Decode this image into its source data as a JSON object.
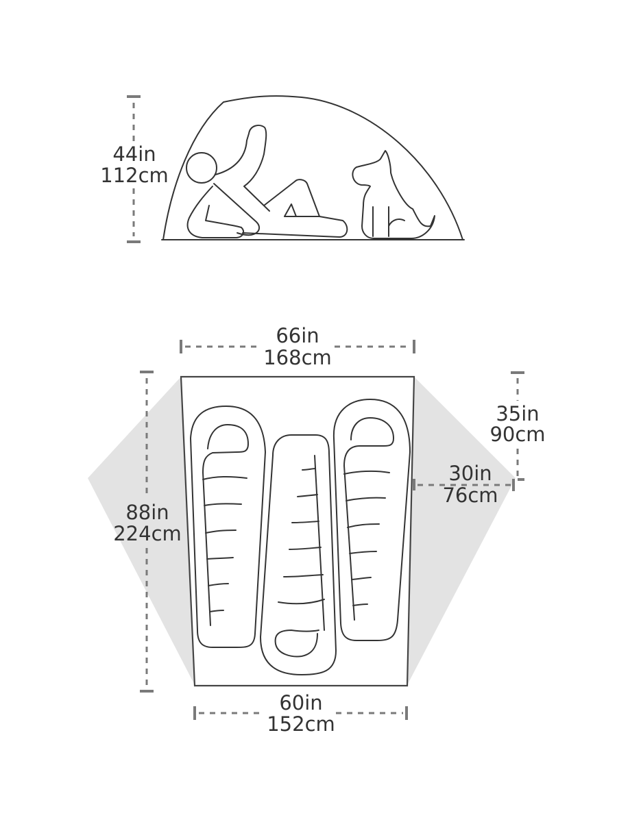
{
  "diagram": {
    "title": "Tent dimensions (side profile and floor plan)",
    "colors": {
      "line": "#333333",
      "dimension_line": "#7a7a7a",
      "vestibule_fill": "#e3e3e3",
      "background": "#ffffff"
    },
    "side_view": {
      "height": {
        "imperial": "44in",
        "metric": "112cm"
      },
      "figures": [
        "person-reclining",
        "dog-sitting"
      ]
    },
    "floor_plan": {
      "head_width": {
        "imperial": "66in",
        "metric": "168cm"
      },
      "foot_width": {
        "imperial": "60in",
        "metric": "152cm"
      },
      "length": {
        "imperial": "88in",
        "metric": "224cm"
      },
      "vestibule_length": {
        "imperial": "35in",
        "metric": "90cm"
      },
      "vestibule_depth": {
        "imperial": "30in",
        "metric": "76cm"
      },
      "sleeping_bags": 3
    }
  }
}
